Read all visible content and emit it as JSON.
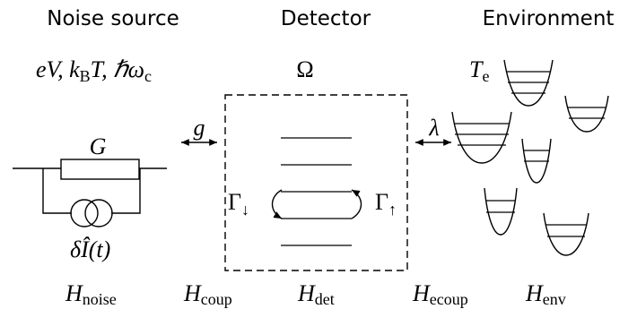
{
  "headings": {
    "noise": "Noise source",
    "detector": "Detector",
    "environment": "Environment"
  },
  "parameters": {
    "noise": "eV, kBT, ℏωc",
    "detector": "Ω",
    "environment": "Te"
  },
  "couplings": {
    "noise_detector": "g",
    "detector_environment": "λ"
  },
  "circuit": {
    "conductance": "G",
    "current_noise": "δÎ(t)"
  },
  "rates": {
    "down": "Γ↓",
    "up": "Γ↑"
  },
  "hamiltonians": {
    "noise": "Hnoise",
    "coupling": "Hcoup",
    "detector": "Hdet",
    "env_coupling": "Hecoup",
    "environment": "Henv"
  }
}
